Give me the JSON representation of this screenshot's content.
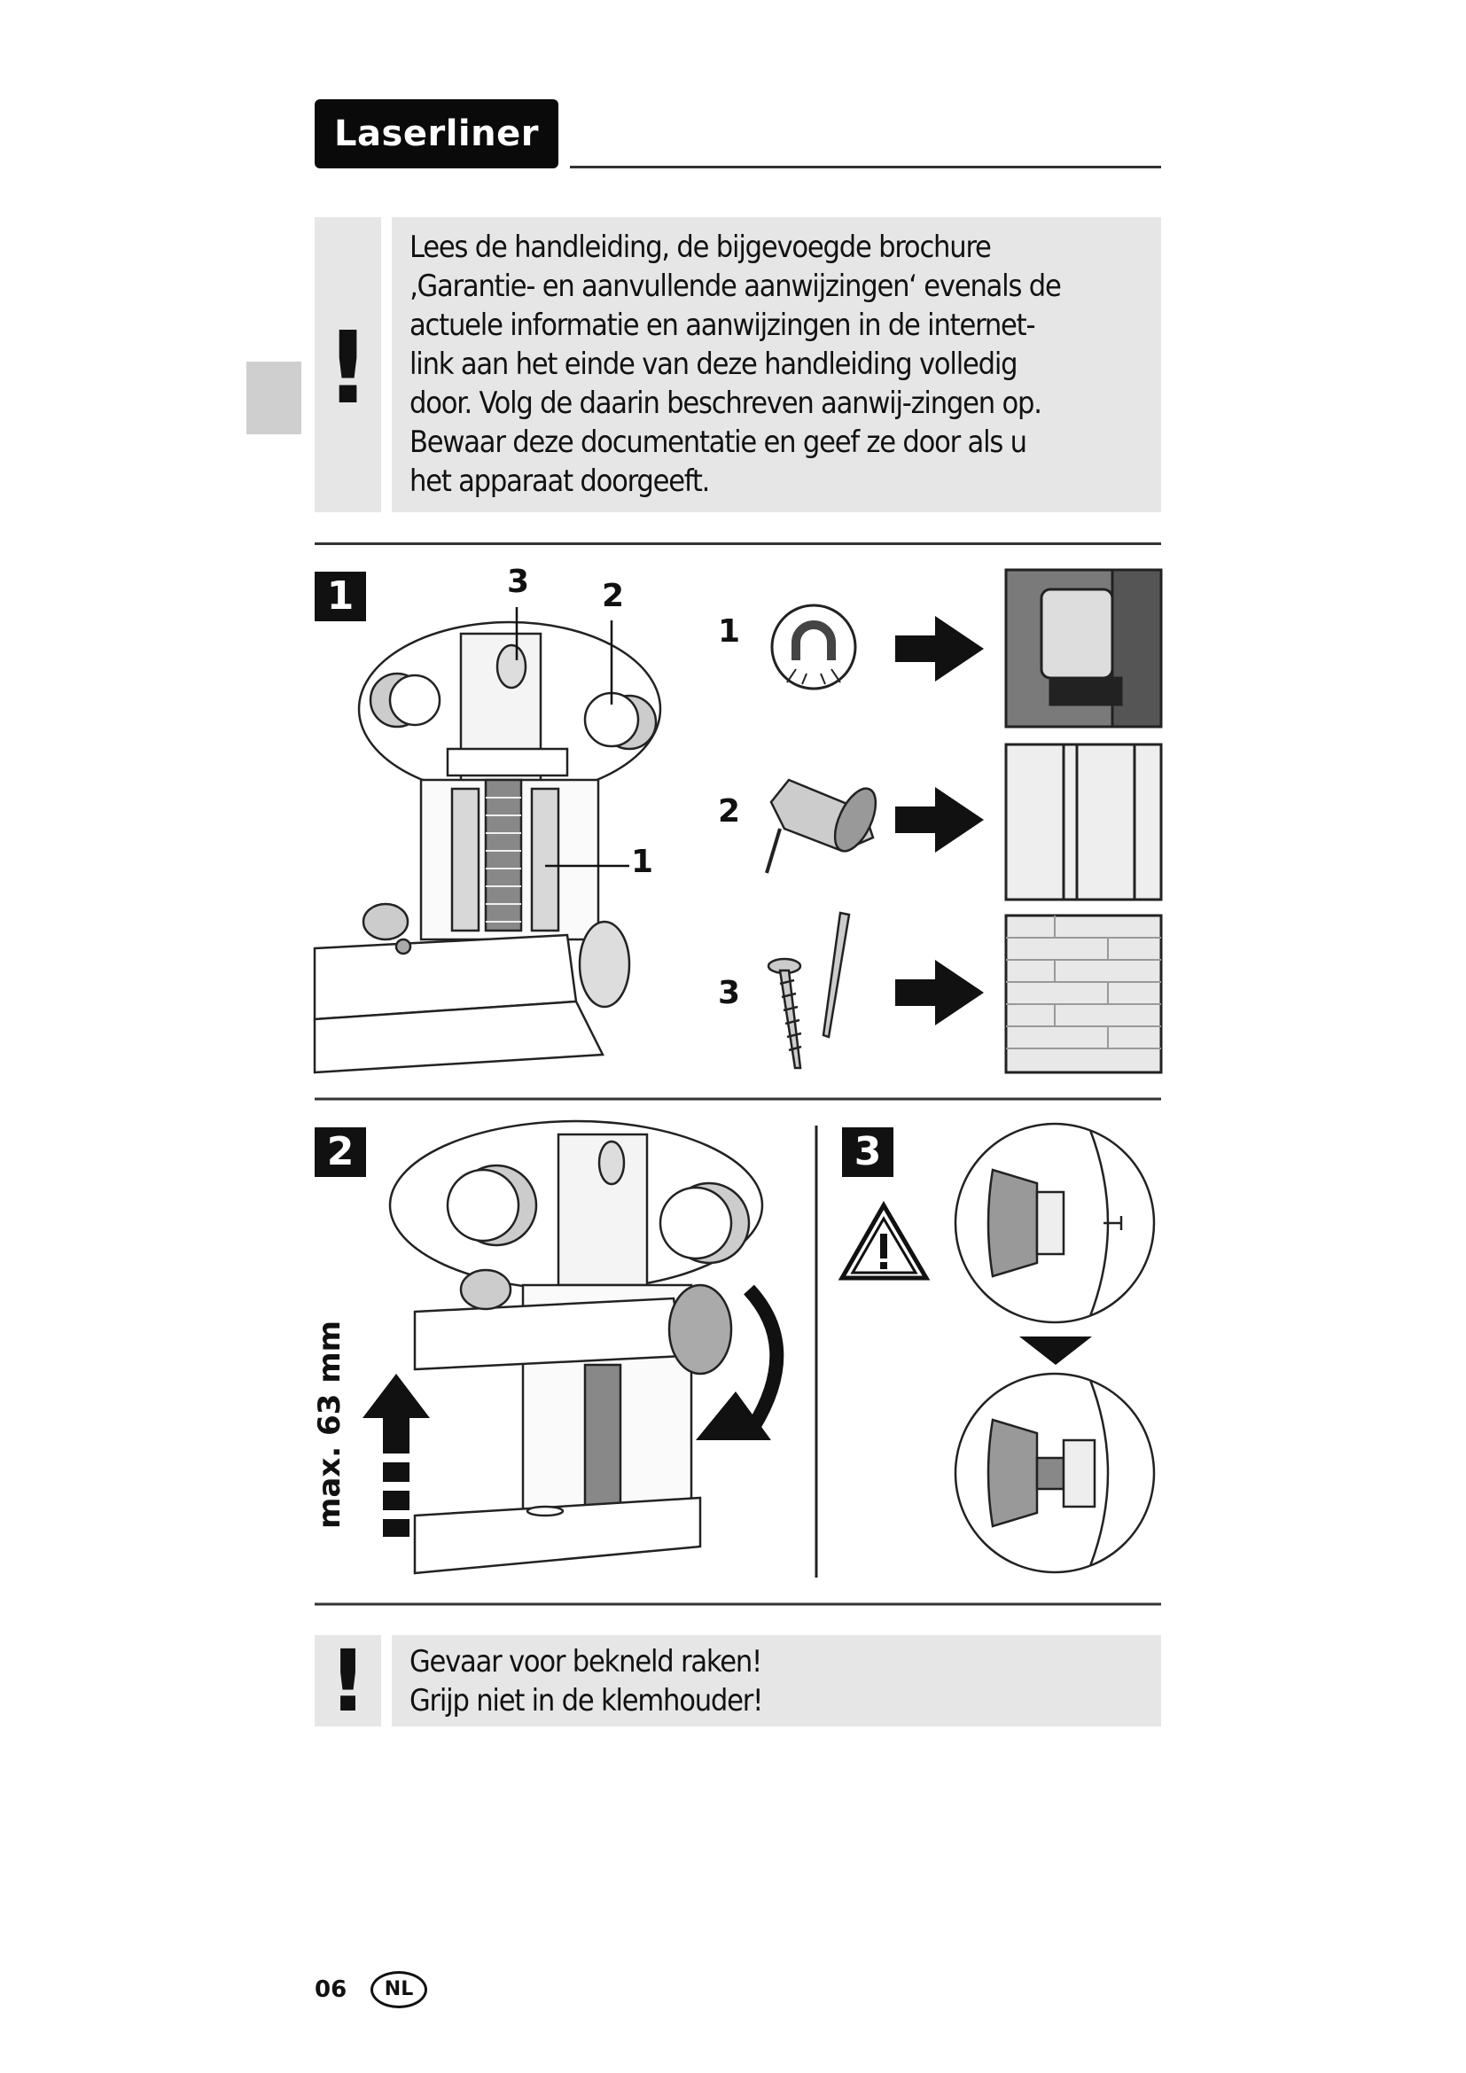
{
  "header": {
    "brand": "Laserliner"
  },
  "notice_top": {
    "icon": "exclamation-icon",
    "symbol": "!",
    "lines": [
      "Lees de handleiding, de bijgevoegde brochure",
      "‚Garantie- en aanvullende aanwijzingen‘ evenals de",
      "actuele informatie en aanwijzingen in de internet-",
      "link aan het einde van deze handleiding volledig",
      "door. Volg de daarin beschreven aanwij-zingen op.",
      "Bewaar deze documentatie en geef ze door als u",
      "het apparaat doorgeeft."
    ]
  },
  "figure1": {
    "badge": "1",
    "callouts": [
      "3",
      "2",
      "1"
    ],
    "mount_options": [
      {
        "number": "1",
        "icon": "magnet-icon",
        "surface": "metal-surface"
      },
      {
        "number": "2",
        "icon": "pin-icon",
        "surface": "wood-surface"
      },
      {
        "number": "3",
        "icon": "screw-nail-icon",
        "surface": "brick-wall-surface"
      }
    ]
  },
  "figure2": {
    "badge": "2",
    "max_label": "max. 63 mm"
  },
  "figure3": {
    "badge": "3",
    "warning_symbol": "!"
  },
  "notice_bottom": {
    "symbol": "!",
    "lines": [
      "Gevaar voor bekneld raken!",
      "Grijp niet in de klemhouder!"
    ]
  },
  "footer": {
    "page_number": "06",
    "language": "NL"
  }
}
